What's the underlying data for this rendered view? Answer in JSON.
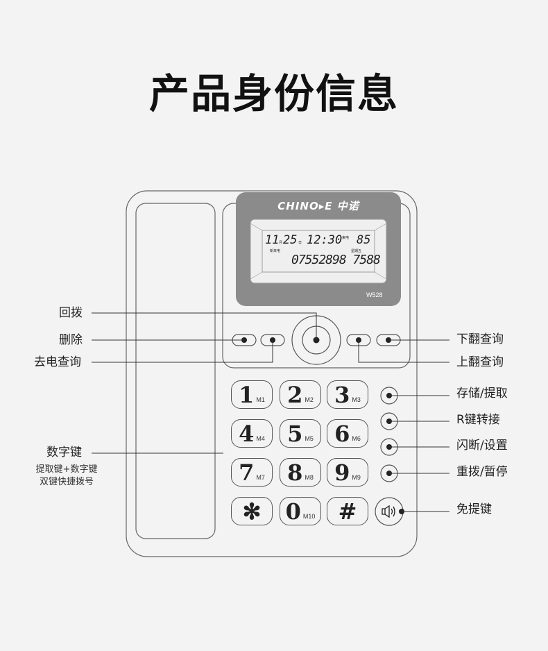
{
  "title": "产品身份信息",
  "phone": {
    "brand": "CHINO▸E 中诺",
    "model": "W528",
    "lcd": {
      "month": "11",
      "month_unit": "月",
      "day": "25",
      "day_unit": "日",
      "time": "12:30",
      "incoming_label": "来电",
      "count": "85",
      "new_call_label": "新来电",
      "weekday": "星期五",
      "number": "07552898 7588"
    },
    "keys": [
      {
        "digit": "1",
        "mem": "M1"
      },
      {
        "digit": "2",
        "mem": "M2"
      },
      {
        "digit": "3",
        "mem": "M3"
      },
      {
        "digit": "4",
        "mem": "M4"
      },
      {
        "digit": "5",
        "mem": "M5"
      },
      {
        "digit": "6",
        "mem": "M6"
      },
      {
        "digit": "7",
        "mem": "M7"
      },
      {
        "digit": "8",
        "mem": "M8"
      },
      {
        "digit": "9",
        "mem": "M9"
      },
      {
        "digit": "✻",
        "mem": ""
      },
      {
        "digit": "0",
        "mem": "M10"
      },
      {
        "digit": "#",
        "mem": ""
      }
    ]
  },
  "labels": {
    "redial_callback": "回拨",
    "delete": "删除",
    "outgoing_query": "去电查询",
    "page_down_query": "下翻查询",
    "page_up_query": "上翻查询",
    "store_retrieve": "存储/提取",
    "r_transfer": "R键转接",
    "flash_settings": "闪断/设置",
    "redial_pause": "重拨/暂停",
    "handsfree": "免提键",
    "number_keys": "数字键",
    "number_keys_note1": "提取键+数字键",
    "number_keys_note2": "双键快捷拨号"
  }
}
